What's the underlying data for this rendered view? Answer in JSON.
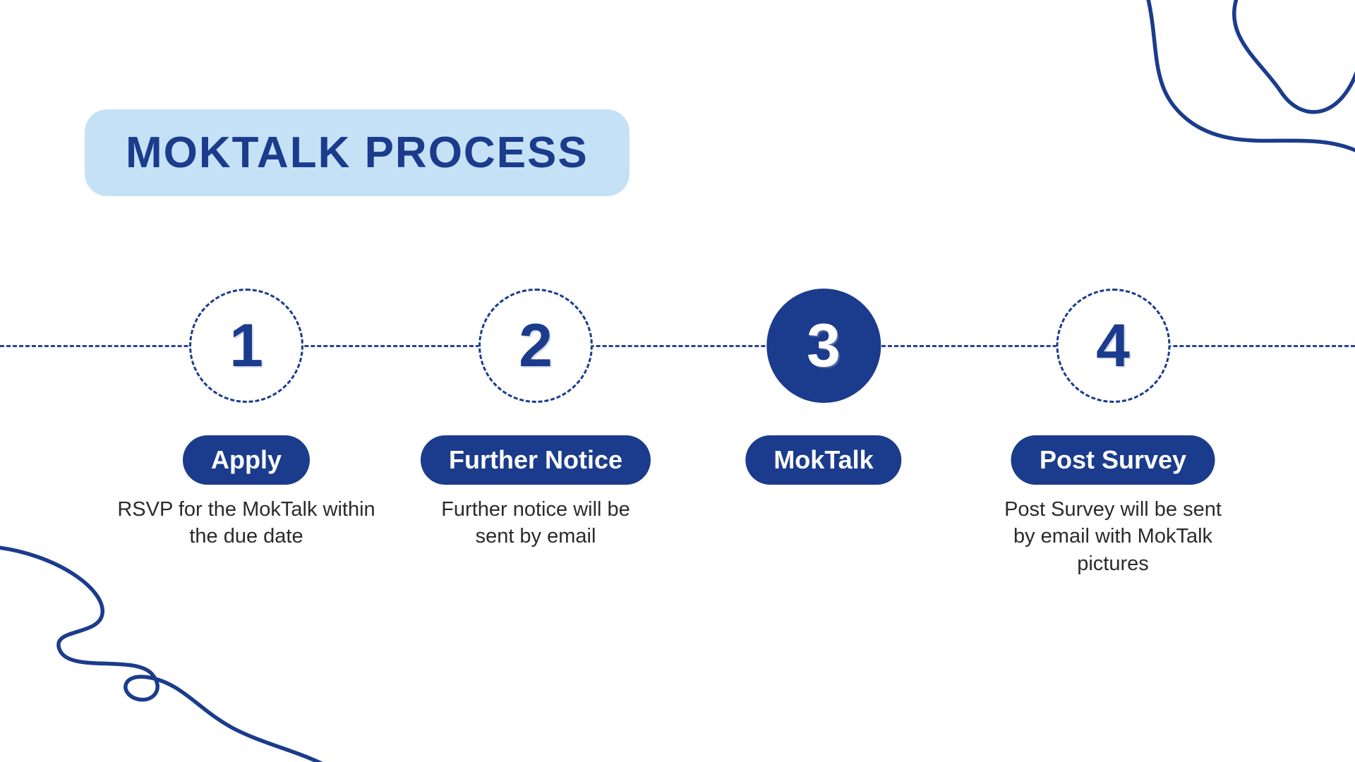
{
  "title": "MOKTALK PROCESS",
  "colors": {
    "primary": "#1b3c8c",
    "title_background": "#c5e1f6",
    "text": "#2b2b2b"
  },
  "steps": [
    {
      "number": "1",
      "label": "Apply",
      "description": "RSVP for the MokTalk within the due date",
      "filled": false
    },
    {
      "number": "2",
      "label": "Further Notice",
      "description": "Further notice will be sent by email",
      "filled": false
    },
    {
      "number": "3",
      "label": "MokTalk",
      "description": "",
      "filled": true
    },
    {
      "number": "4",
      "label": "Post Survey",
      "description": "Post Survey will be sent by email with MokTalk pictures",
      "filled": false
    }
  ],
  "decorations": {
    "top_right": "squiggle-line",
    "bottom_left": "squiggle-line-with-loop"
  }
}
